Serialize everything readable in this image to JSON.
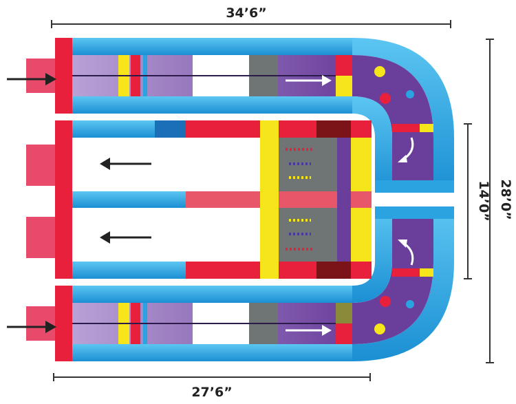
{
  "dimensions": {
    "top_width": "34’6”",
    "bottom_width": "27’6”",
    "total_depth": "28’0”",
    "inner_depth": "14’0”"
  },
  "colors": {
    "blue": "#2aa3e0",
    "dark_blue": "#1a6fb8",
    "red": "#e8203c",
    "pink": "#e84a6c",
    "purple": "#6a3f9c",
    "yellow": "#f7e51c",
    "gray": "#6f7475"
  }
}
